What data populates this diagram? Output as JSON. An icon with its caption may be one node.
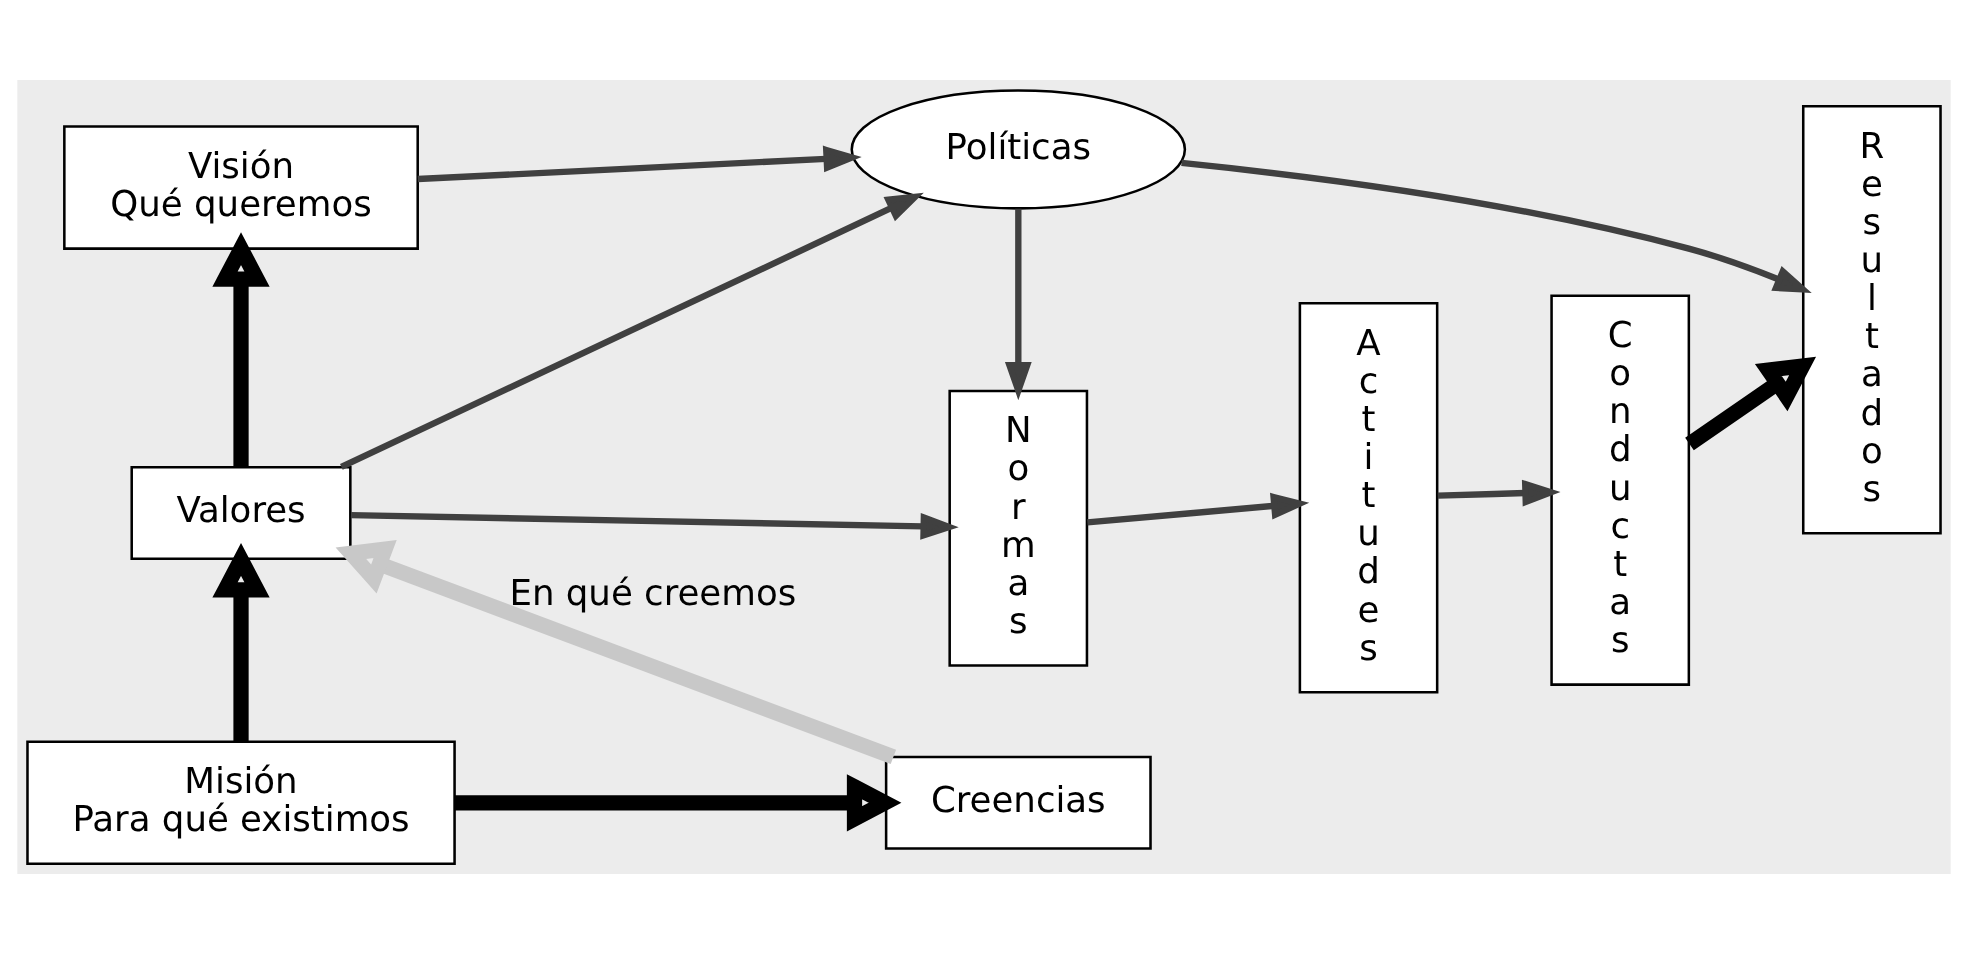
{
  "diagram": {
    "nodes": [
      {
        "text": [
          "Visión",
          "Qué queremos"
        ]
      },
      {
        "text": [
          "Políticas"
        ]
      },
      {
        "text": [
          "Valores"
        ]
      },
      {
        "text": [
          "Normas"
        ]
      },
      {
        "text": [
          "Actitudes"
        ]
      },
      {
        "text": [
          "Conductas"
        ]
      },
      {
        "text": [
          "Resultados"
        ]
      },
      {
        "text": [
          "Creencias"
        ]
      },
      {
        "text": [
          "Misión",
          "Para qué existimos"
        ]
      }
    ],
    "edges": [
      {
        "from": 2,
        "to": 0,
        "arrow": "to",
        "style": "thick"
      },
      {
        "from": 8,
        "to": 2,
        "arrow": "to",
        "style": "thick"
      },
      {
        "from": 8,
        "to": 7,
        "arrow": "to",
        "style": "thick"
      },
      {
        "from": 7,
        "to": 2,
        "arrow": "to",
        "style": "thick",
        "color": "#c8c8c8",
        "label": "En qué creemos"
      },
      {
        "from": 0,
        "to": 1,
        "arrow": "to"
      },
      {
        "from": 2,
        "to": 1,
        "arrow": "to"
      },
      {
        "from": 1,
        "to": 3,
        "arrow": "to"
      },
      {
        "from": 1,
        "to": 6,
        "arrow": "to"
      },
      {
        "from": 2,
        "to": 3,
        "arrow": "to"
      },
      {
        "from": 3,
        "to": 4,
        "arrow": "to"
      },
      {
        "from": 4,
        "to": 5,
        "arrow": "to"
      },
      {
        "from": 5,
        "to": 6,
        "arrow": "to",
        "style": "thick"
      }
    ]
  }
}
